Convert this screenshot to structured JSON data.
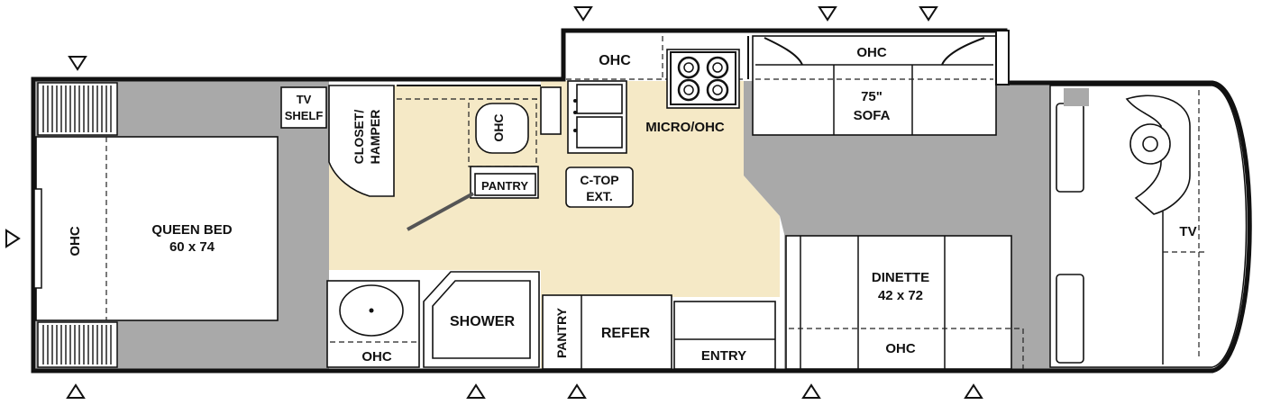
{
  "labels": {
    "ohc": "OHC",
    "tv_shelf_1": "TV",
    "tv_shelf_2": "SHELF",
    "closet_1": "CLOSET/",
    "closet_2": "HAMPER",
    "pantry": "PANTRY",
    "ctop_1": "C-TOP",
    "ctop_2": "EXT.",
    "micro": "MICRO/OHC",
    "sofa_1": "75\"",
    "sofa_2": "SOFA",
    "queen_1": "QUEEN BED",
    "queen_2": "60 x 74",
    "shower": "SHOWER",
    "refer": "REFER",
    "entry": "ENTRY",
    "dinette_1": "DINETTE",
    "dinette_2": "42 x 72",
    "tv": "TV"
  },
  "colors": {
    "floor_gray": "#a9a9a9",
    "kitchen_tan": "#f5e9c6",
    "wall": "#111111",
    "fixture": "#ffffff"
  }
}
